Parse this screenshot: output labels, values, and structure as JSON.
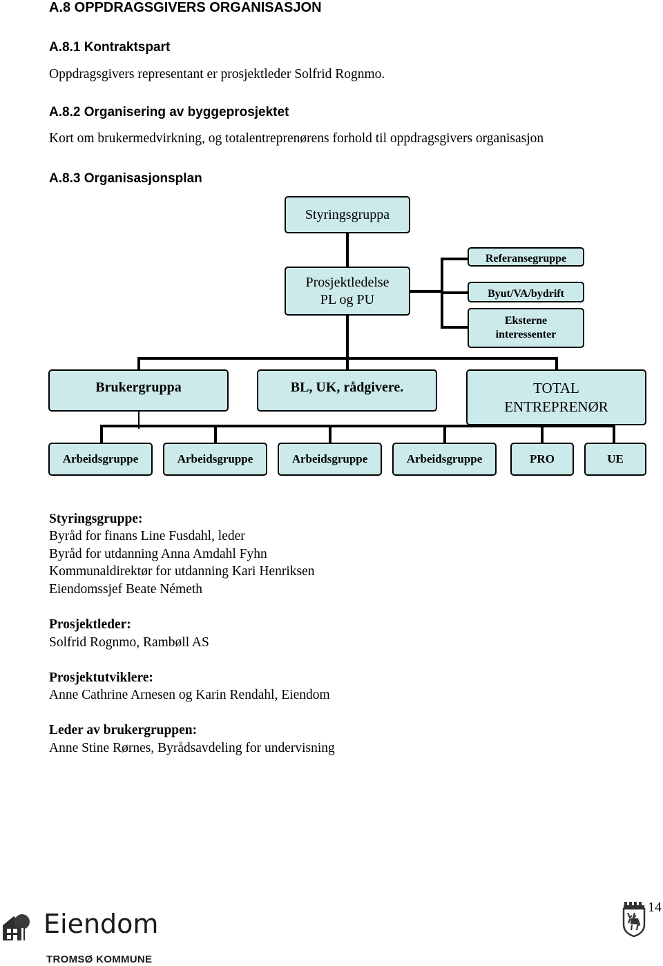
{
  "headings": {
    "section": "A.8  OPPDRAGSGIVERS ORGANISASJON",
    "sub1": "A.8.1  Kontraktspart",
    "sub1_text": "Oppdragsgivers representant er prosjektleder Solfrid Rognmo.",
    "sub2": "A.8.2  Organisering av byggeprosjektet",
    "sub2_text": "Kort om brukermedvirkning, og totalentreprenørens forhold til oppdragsgivers organisasjon",
    "sub3": "A.8.3  Organisasjonsplan"
  },
  "orgchart": {
    "styringsgruppa": "Styringsgruppa",
    "prosjektledelse_line1": "Prosjektledelse",
    "prosjektledelse_line2": "PL og PU",
    "referansegruppe": "Referansegruppe",
    "byut": "Byut/VA/bydrift",
    "eksterne_line1": "Eksterne",
    "eksterne_line2": "interessenter",
    "brukergruppa": "Brukergruppa",
    "bl_uk": "BL, UK, rådgivere.",
    "total_line1": "TOTAL",
    "total_line2": "ENTREPRENØR",
    "arbeidsgrupper": [
      "Arbeidsgruppe",
      "Arbeidsgruppe",
      "Arbeidsgruppe",
      "Arbeidsgruppe"
    ],
    "pro": "PRO",
    "ue": "UE"
  },
  "members": {
    "styringsgruppe_head": "Styringsgruppe:",
    "styringsgruppe": [
      "Byråd for finans Line Fusdahl, leder",
      "Byråd for utdanning Anna Amdahl Fyhn",
      "Kommunaldirektør for utdanning Kari Henriksen",
      "Eiendomssjef Beate Németh"
    ],
    "prosjektleder_head": "Prosjektleder:",
    "prosjektleder": "Solfrid Rognmo, Rambøll AS",
    "prosjektutviklere_head": "Prosjektutviklere:",
    "prosjektutviklere": "Anne Cathrine Arnesen og Karin Rendahl, Eiendom",
    "leder_head": "Leder av brukergruppen:",
    "leder": "Anne Stine Rørnes, Byrådsavdeling for undervisning"
  },
  "footer": {
    "brand": "Eiendom",
    "org": "TROMSØ KOMMUNE",
    "page_number": "14",
    "house_logo_icon": "house-tree-logo-icon",
    "crest_icon": "reindeer-crest-icon"
  }
}
